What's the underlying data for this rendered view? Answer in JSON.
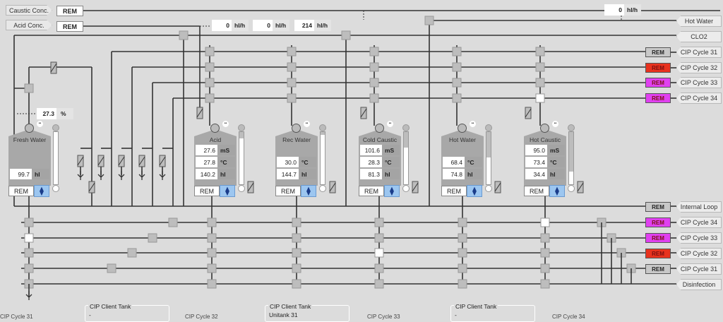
{
  "inputs": {
    "caustic_conc": {
      "label": "Caustic Conc.",
      "mode": "REM"
    },
    "acid_conc": {
      "label": "Acid Conc.",
      "mode": "REM"
    }
  },
  "flows": [
    {
      "value": "0",
      "unit": "hl/h"
    },
    {
      "value": "0",
      "unit": "hl/h"
    },
    {
      "value": "214",
      "unit": "hl/h"
    },
    {
      "value": "0",
      "unit": "hl/h"
    }
  ],
  "fresh_water_pct": {
    "value": "27.3",
    "unit": "%"
  },
  "supply_lines": [
    {
      "label": "Hot Water"
    },
    {
      "label": "CLO2"
    },
    {
      "label": "CIP Cycle 31",
      "mode": "REM",
      "color": "#c8c8c8"
    },
    {
      "label": "CIP Cycle 32",
      "mode": "REM",
      "color": "#e8321e"
    },
    {
      "label": "CIP Cycle 33",
      "mode": "REM",
      "color": "#e040f0"
    },
    {
      "label": "CIP Cycle 34",
      "mode": "REM",
      "color": "#e040f0"
    }
  ],
  "return_lines": [
    {
      "label": "Internal Loop",
      "mode": "REM",
      "color": "#c8c8c8"
    },
    {
      "label": "CIP Cycle 34",
      "mode": "REM",
      "color": "#e040f0"
    },
    {
      "label": "CIP Cycle 33",
      "mode": "REM",
      "color": "#e040f0"
    },
    {
      "label": "CIP Cycle 32",
      "mode": "REM",
      "color": "#e8321e"
    },
    {
      "label": "CIP Cycle 31",
      "mode": "REM",
      "color": "#c8c8c8"
    },
    {
      "label": "Disinfection"
    }
  ],
  "tanks": [
    {
      "name": "Fresh Water",
      "rows": [
        {
          "value": "99.7",
          "unit": "hl"
        }
      ],
      "mode": "REM",
      "level_pct": 100
    },
    {
      "name": "Acid",
      "rows": [
        {
          "value": "27.6",
          "unit": "mS"
        },
        {
          "value": "27.8",
          "unit": "°C"
        },
        {
          "value": "140.2",
          "unit": "hl"
        }
      ],
      "mode": "REM",
      "level_pct": 88
    },
    {
      "name": "Rec Water",
      "rows": [
        {
          "value": "30.0",
          "unit": "°C"
        },
        {
          "value": "144.7",
          "unit": "hl"
        }
      ],
      "mode": "REM",
      "level_pct": 95
    },
    {
      "name": "Cold Caustic",
      "rows": [
        {
          "value": "101.6",
          "unit": "mS"
        },
        {
          "value": "28.3",
          "unit": "°C"
        },
        {
          "value": "81.3",
          "unit": "hl"
        }
      ],
      "mode": "REM",
      "level_pct": 70
    },
    {
      "name": "Hot Water",
      "rows": [
        {
          "value": "68.4",
          "unit": "°C"
        },
        {
          "value": "74.8",
          "unit": "hl"
        }
      ],
      "mode": "REM",
      "level_pct": 52
    },
    {
      "name": "Hot Caustic",
      "rows": [
        {
          "value": "95.0",
          "unit": "mS"
        },
        {
          "value": "73.4",
          "unit": "°C"
        },
        {
          "value": "34.4",
          "unit": "hl"
        }
      ],
      "mode": "REM",
      "level_pct": 25
    }
  ],
  "client_tanks": [
    {
      "title": "CIP Client Tank",
      "value": "-"
    },
    {
      "title": "CIP Client Tank",
      "value": "Unitank 31"
    },
    {
      "title": "CIP Client Tank",
      "value": "-"
    }
  ],
  "cycle_labels": [
    "CIP Cycle 31",
    "CIP Cycle 32",
    "CIP Cycle 33",
    "CIP Cycle 34"
  ]
}
